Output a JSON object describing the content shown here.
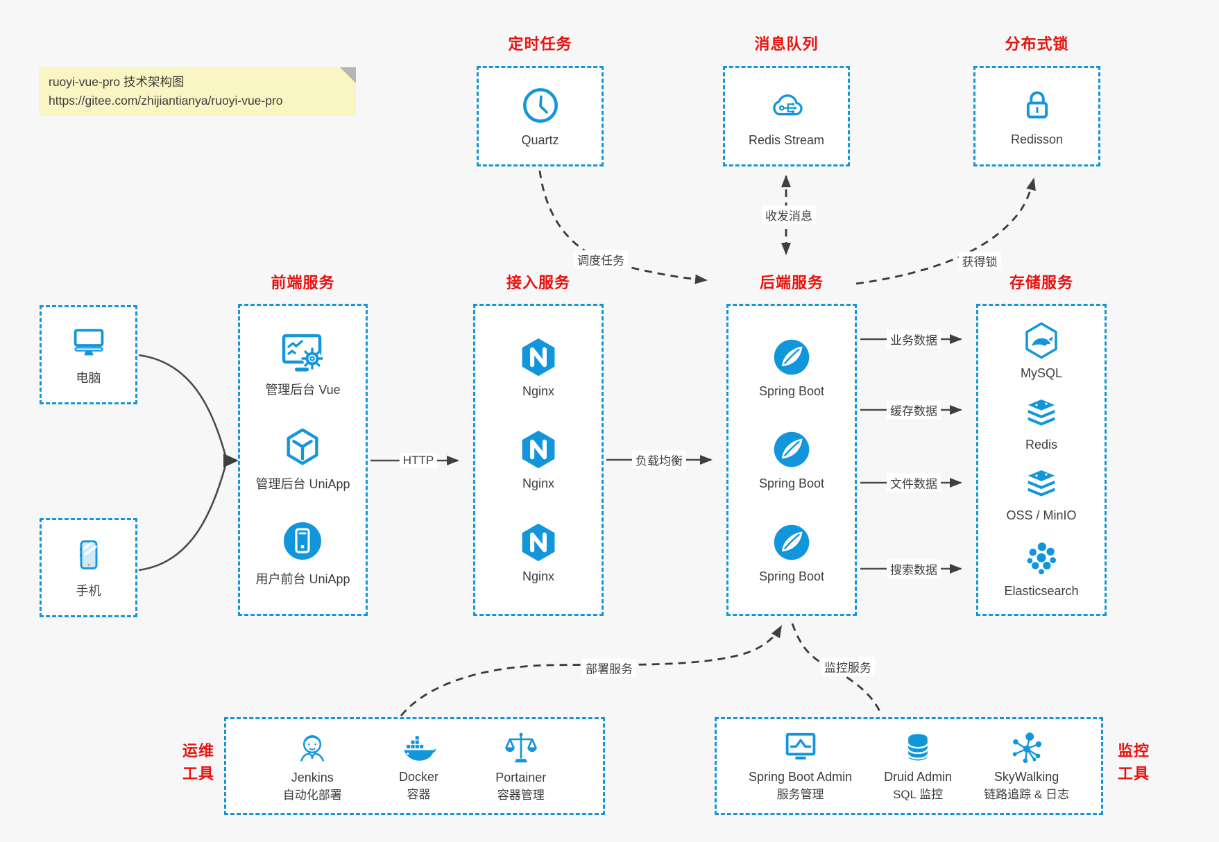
{
  "note": {
    "line1": "ruoyi-vue-pro 技术架构图",
    "line2": "https://gitee.com/zhijiantianya/ruoyi-vue-pro"
  },
  "colors": {
    "accent_blue": "#1296db",
    "title_red": "#e8120f",
    "background": "#f7f7f8",
    "note_yellow": "#faf6c3",
    "connector_dark": "#3f3f3f",
    "box_fill": "#ffffff"
  },
  "top_groups": [
    {
      "title": "定时任务",
      "item": {
        "icon": "clock-icon",
        "label": "Quartz"
      }
    },
    {
      "title": "消息队列",
      "item": {
        "icon": "cloud-share-icon",
        "label": "Redis Stream"
      }
    },
    {
      "title": "分布式锁",
      "item": {
        "icon": "lock-icon",
        "label": "Redisson"
      }
    }
  ],
  "clients": [
    {
      "icon": "desktop-icon",
      "label": "电脑"
    },
    {
      "icon": "phone-icon",
      "label": "手机"
    }
  ],
  "columns": [
    {
      "title": "前端服务",
      "items": [
        {
          "icon": "admin-vue-icon",
          "label": "管理后台 Vue"
        },
        {
          "icon": "uniapp-cube-icon",
          "label": "管理后台 UniApp"
        },
        {
          "icon": "user-app-icon",
          "label": "用户前台 UniApp"
        }
      ]
    },
    {
      "title": "接入服务",
      "items": [
        {
          "icon": "nginx-icon",
          "label": "Nginx"
        },
        {
          "icon": "nginx-icon",
          "label": "Nginx"
        },
        {
          "icon": "nginx-icon",
          "label": "Nginx"
        }
      ]
    },
    {
      "title": "后端服务",
      "items": [
        {
          "icon": "spring-boot-icon",
          "label": "Spring Boot"
        },
        {
          "icon": "spring-boot-icon",
          "label": "Spring Boot"
        },
        {
          "icon": "spring-boot-icon",
          "label": "Spring Boot"
        }
      ]
    },
    {
      "title": "存储服务",
      "items": [
        {
          "icon": "mysql-icon",
          "label": "MySQL"
        },
        {
          "icon": "redis-stack-icon",
          "label": "Redis"
        },
        {
          "icon": "redis-stack-icon",
          "label": "OSS / MinIO"
        },
        {
          "icon": "elasticsearch-icon",
          "label": "Elasticsearch"
        }
      ]
    }
  ],
  "edges": {
    "http": "HTTP",
    "load_balance": "负载均衡",
    "schedule": "调度任务",
    "message": "收发消息",
    "get_lock": "获得锁",
    "business_data": "业务数据",
    "cache_data": "缓存数据",
    "file_data": "文件数据",
    "search_data": "搜索数据",
    "deploy": "部署服务",
    "monitor": "监控服务"
  },
  "bottom_groups": [
    {
      "title_lines": [
        "运维",
        "工具"
      ],
      "items": [
        {
          "icon": "jenkins-icon",
          "name": "Jenkins",
          "desc": "自动化部署"
        },
        {
          "icon": "docker-icon",
          "name": "Docker",
          "desc": "容器"
        },
        {
          "icon": "portainer-icon",
          "name": "Portainer",
          "desc": "容器管理"
        }
      ]
    },
    {
      "title_lines": [
        "监控",
        "工具"
      ],
      "items": [
        {
          "icon": "sba-icon",
          "name": "Spring Boot Admin",
          "desc": "服务管理"
        },
        {
          "icon": "druid-icon",
          "name": "Druid Admin",
          "desc": "SQL 监控"
        },
        {
          "icon": "skywalking-icon",
          "name": "SkyWalking",
          "desc": "链路追踪 & 日志"
        }
      ]
    }
  ]
}
